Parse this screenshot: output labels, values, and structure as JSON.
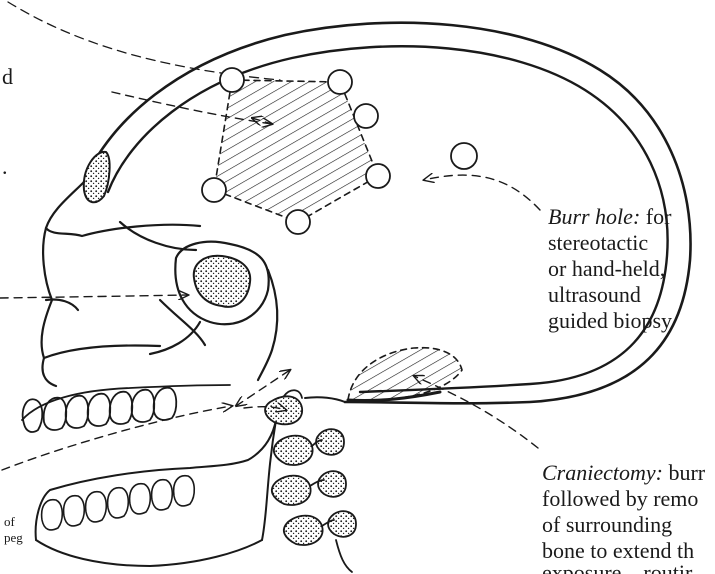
{
  "labels": {
    "burr_hole": {
      "term": "Burr hole:",
      "lines": [
        "for",
        "stereotactic",
        "or hand-held,",
        "ultrasound",
        "guided biopsy"
      ]
    },
    "craniectomy": {
      "term": "Craniectomy:",
      "lines": [
        "burr",
        "followed by remo",
        "of surrounding",
        "bone to extend th",
        "exposure – routir"
      ]
    },
    "left_fragments": {
      "top_char": "d",
      "dot": ".",
      "small_line_1": "of",
      "small_line_2": "peg"
    }
  },
  "colors": {
    "ink": "#1a1a1a",
    "background": "#ffffff"
  }
}
